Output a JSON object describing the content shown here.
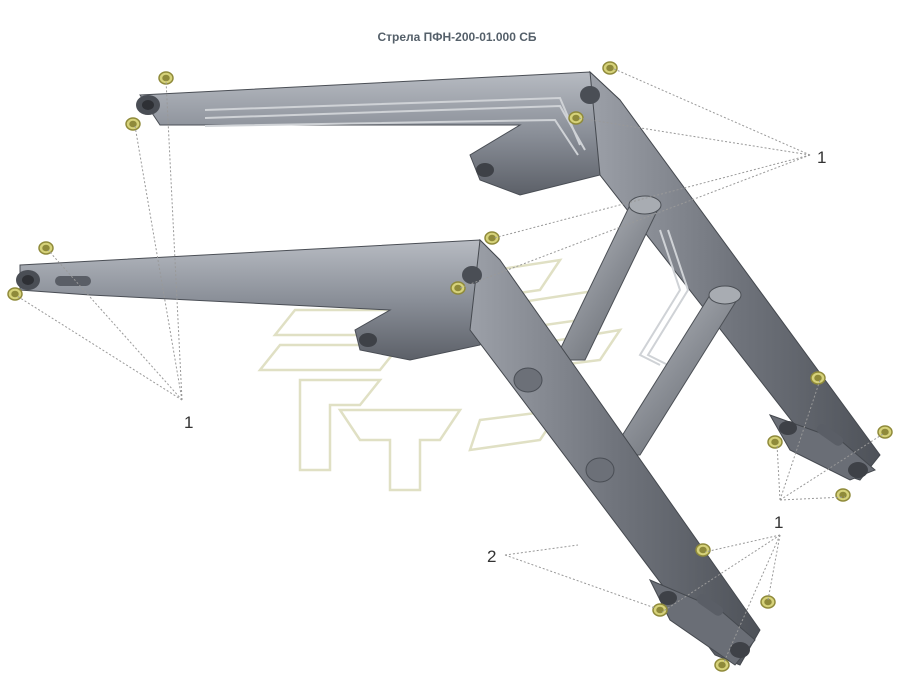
{
  "title": "Стрела ПФН-200-01.000 СБ",
  "callouts": {
    "c1_top_right": "1",
    "c1_left": "1",
    "c1_bottom_right": "1",
    "c2": "2"
  },
  "colors": {
    "beam_dark": "#5c6068",
    "beam_mid": "#8a8f98",
    "beam_light": "#b7bbc2",
    "bushing": "#d6d27a",
    "leader": "#888888",
    "watermark": "#e2e2c8"
  }
}
